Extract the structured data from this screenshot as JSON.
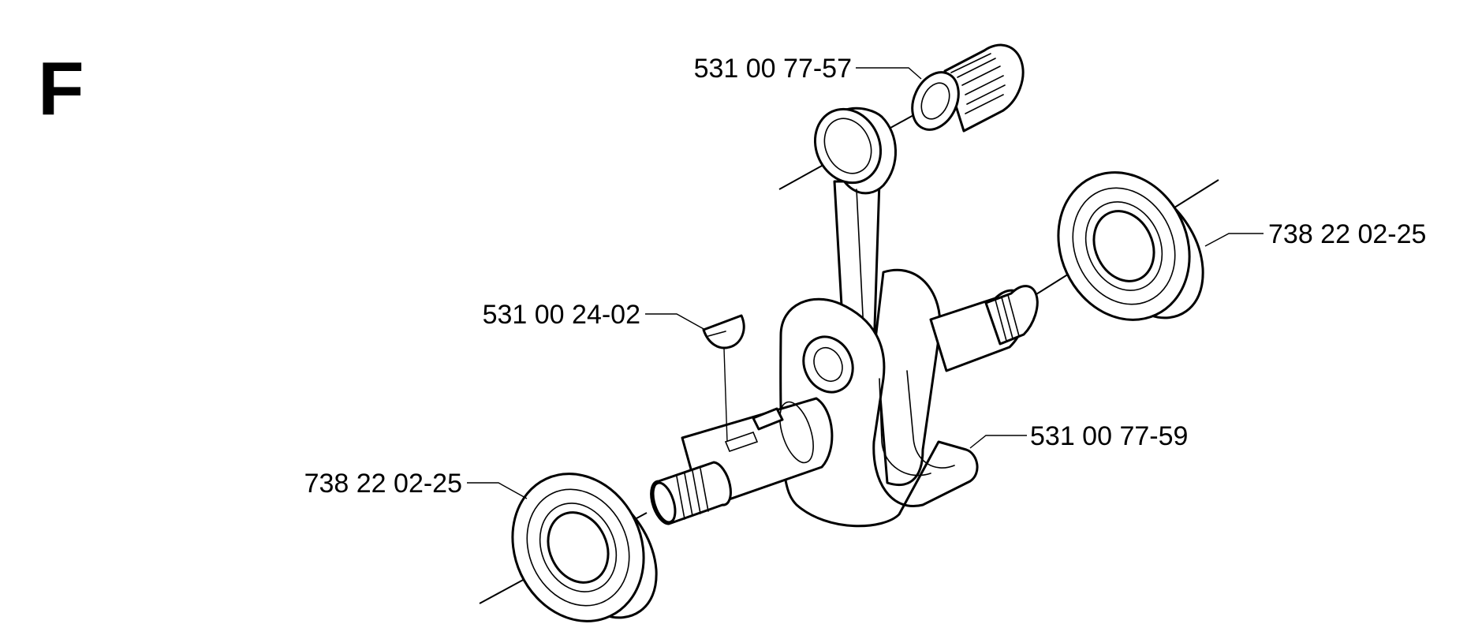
{
  "section_letter": "F",
  "parts": [
    {
      "id": "needle-bearing",
      "number": "531 00 77-57"
    },
    {
      "id": "main-bearing-right",
      "number": "738 22 02-25"
    },
    {
      "id": "woodruff-key",
      "number": "531 00 24-02"
    },
    {
      "id": "crankshaft",
      "number": "531 00 77-59"
    },
    {
      "id": "main-bearing-left",
      "number": "738 22 02-25"
    }
  ],
  "colors": {
    "line": "#000000",
    "background": "#ffffff"
  }
}
